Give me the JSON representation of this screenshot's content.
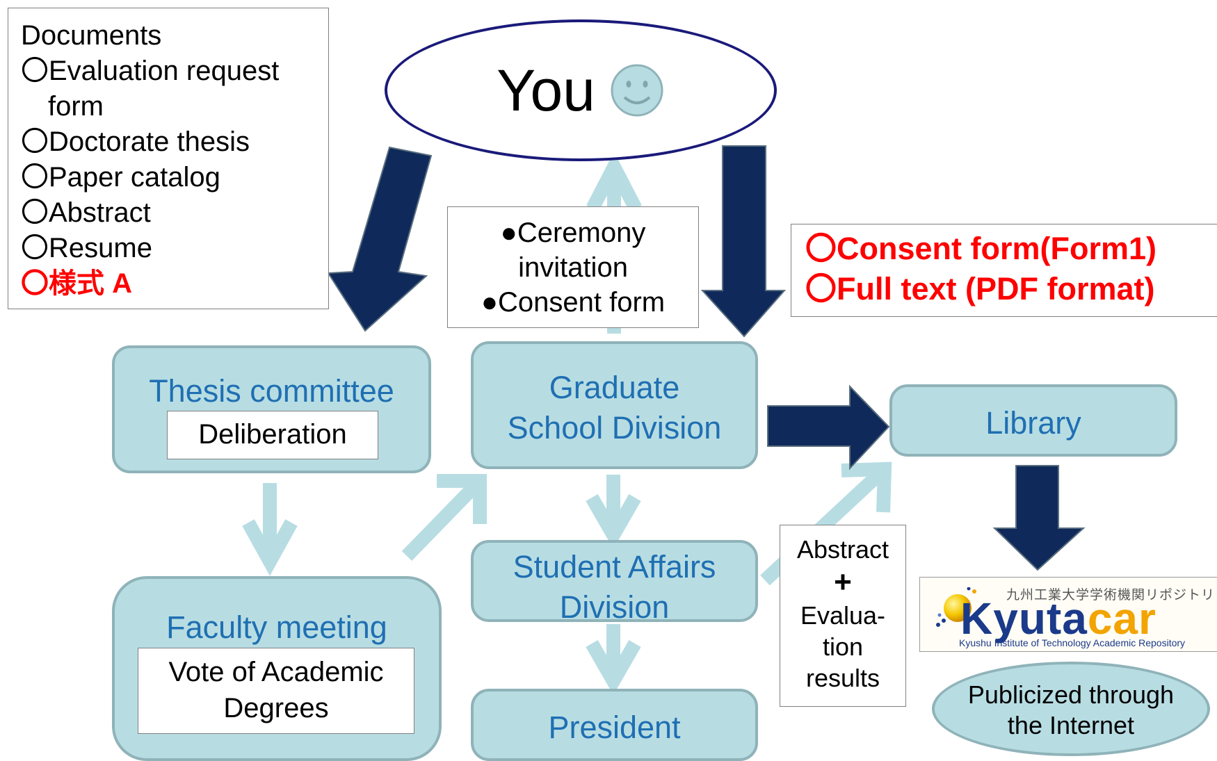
{
  "documents": {
    "heading": "Documents",
    "items": [
      {
        "line1": "〇Evaluation request",
        "line2": "form"
      },
      {
        "line1": "〇Doctorate thesis"
      },
      {
        "line1": "〇Paper catalog"
      },
      {
        "line1": "〇Abstract"
      },
      {
        "line1": "〇Resume"
      }
    ],
    "special_item": "〇様式 A"
  },
  "you": {
    "label": "You",
    "icon": "smiley-icon"
  },
  "ceremony": {
    "line1": "●Ceremony",
    "line2": "invitation",
    "line3": "●Consent form"
  },
  "consent": {
    "line1": "〇Consent form(Form1)",
    "line2": "〇Full text (PDF format)"
  },
  "thesis_committee": {
    "title": "Thesis committee",
    "inner": "Deliberation"
  },
  "graduate_school": {
    "line1": "Graduate",
    "line2": "School Division"
  },
  "library": {
    "title": "Library"
  },
  "faculty_meeting": {
    "title": "Faculty meeting",
    "inner_line1": "Vote of Academic",
    "inner_line2": "Degrees"
  },
  "student_affairs": {
    "line1": "Student Affairs",
    "line2": "Division"
  },
  "president": {
    "title": "President"
  },
  "abstract_box": {
    "line1": "Abstract",
    "plus": "+",
    "line2": "Evalua-",
    "line3": "tion",
    "line4": "results"
  },
  "logo": {
    "japanese": "九州工業大学学術機関リポジトリ",
    "brand_a": "Kyuta",
    "brand_b": "car",
    "subtitle": "Kyushu Institute of Technology Academic Repository"
  },
  "publicized": {
    "line1": "Publicized through",
    "line2": "the Internet"
  },
  "colors": {
    "dark_arrow": "#0f2a5a",
    "light_arrow": "#b7dde3",
    "box_fill": "#b7dde3",
    "box_text": "#1f6fb2",
    "highlight": "#ff0000"
  }
}
